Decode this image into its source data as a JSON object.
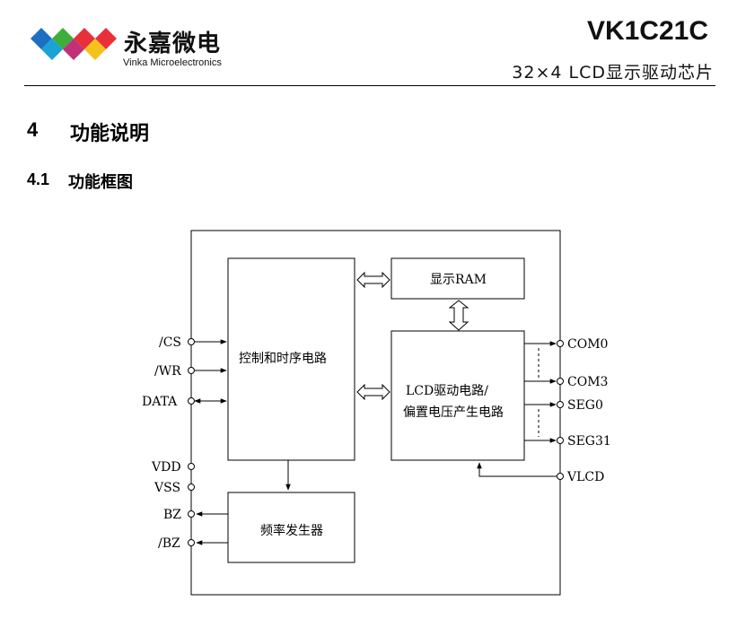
{
  "header": {
    "brand_cn": "永嘉微电",
    "brand_en": "Vinka Microelectronics",
    "doc_title": "VK1C21C",
    "doc_subtitle": "32×4 LCD显示驱动芯片"
  },
  "section": {
    "number": "4",
    "title": "功能说明"
  },
  "subsection": {
    "number": "4.1",
    "title": "功能框图"
  },
  "diagram": {
    "blocks": {
      "control": "控制和时序电路",
      "ram": "显示RAM",
      "lcd_line1": "LCD驱动电路/",
      "lcd_line2": "偏置电压产生电路",
      "freq": "频率发生器"
    },
    "left_pins": [
      "/CS",
      "/WR",
      "DATA",
      "VDD",
      "VSS",
      "BZ",
      "/BZ"
    ],
    "right_pins": [
      "COM0",
      "COM3",
      "SEG0",
      "SEG31",
      "VLCD"
    ]
  },
  "colors": {
    "logo_red": "#e8303a",
    "logo_blue": "#1f6fc0",
    "logo_green": "#3cae3a",
    "logo_yellow": "#f3c21b",
    "logo_cyan": "#1aa3d6"
  }
}
